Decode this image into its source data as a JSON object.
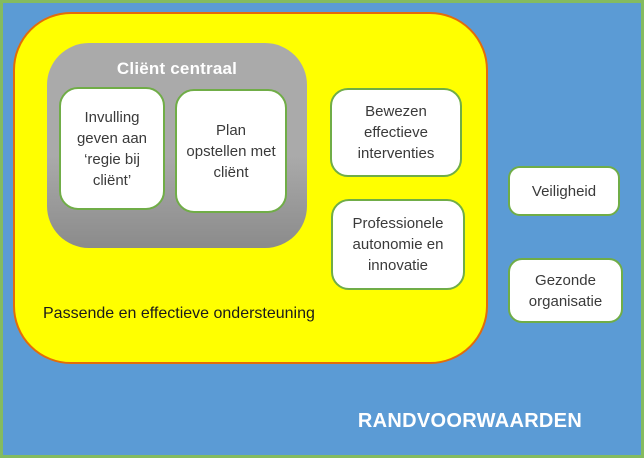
{
  "colors": {
    "background_blue": "#5B9BD5",
    "frame_green": "#84BB60",
    "box_border_green": "#70AD47",
    "yellow": "#FFFF00",
    "orange_border": "#E36C0A",
    "gray_top": "#AAAAAA",
    "gray_bottom": "#8B8B8B",
    "text_dark": "#3A3A3A",
    "white": "#FFFFFF"
  },
  "diagram": {
    "blue_zone_label": "RANDVOORWAARDEN",
    "yellow_zone_label": "Passende en effectieve ondersteuning",
    "client_central": {
      "title": "Cliënt centraal",
      "boxes": [
        {
          "label": "Invulling geven aan ‘regie bij cliënt’"
        },
        {
          "label": "Plan opstellen met cliënt"
        }
      ]
    },
    "yellow_zone_boxes": [
      {
        "label": "Bewezen effectieve interventies"
      },
      {
        "label": "Professionele autonomie en innovatie"
      }
    ],
    "blue_zone_boxes": [
      {
        "label": "Veiligheid"
      },
      {
        "label": "Gezonde organisatie"
      }
    ]
  }
}
